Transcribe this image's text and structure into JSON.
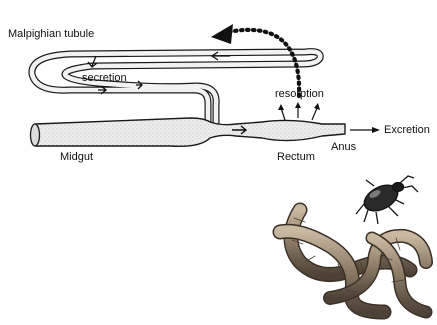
{
  "labels": {
    "malpighian_tubule": "Malpighian tubule",
    "secretion": "secretion",
    "resorption": "resorption",
    "excretion": "Excretion",
    "midgut": "Midgut",
    "rectum": "Rectum",
    "anus": "Anus"
  },
  "colors": {
    "outline": "#1a1a1a",
    "tube_fill": "#d9d9d9",
    "larva_body": "#8a7a66",
    "beetle_body": "#2a2a2a"
  },
  "icons": {
    "dotted_curved_arrow": "dotted-curved-arrow-icon",
    "beetle": "beetle-icon",
    "larvae": "mealworm-larvae-icon"
  }
}
